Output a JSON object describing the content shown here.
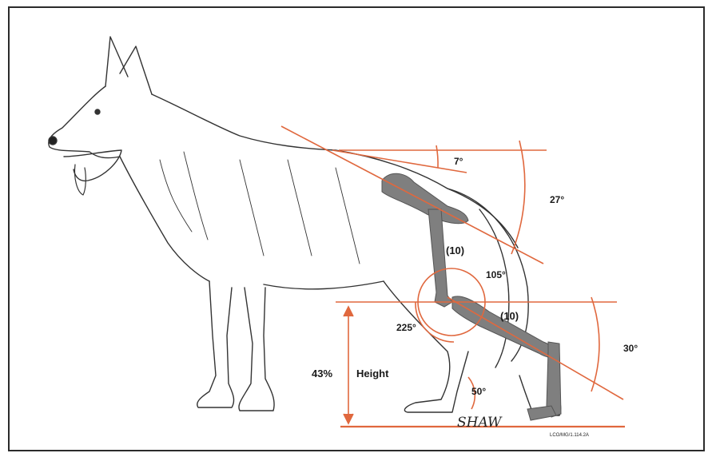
{
  "diagram": {
    "angle_labels": {
      "croup_angle": "7°",
      "pelvis_angle": "27°",
      "femur_tibia_angle": "105°",
      "rear_angle": "225°",
      "lower_thigh_angle": "30°",
      "hock_angle": "50°"
    },
    "length_labels": {
      "femur_length": "(10)",
      "tibia_length": "(10)"
    },
    "height_label": {
      "percent": "43%",
      "word": "Height"
    },
    "signature": "SHAW",
    "reference_code": "LCO/MG/1.114.2A",
    "colors": {
      "guide_lines": "#e0683e",
      "bones": "#7f7f7f",
      "outline": "#333333"
    }
  }
}
